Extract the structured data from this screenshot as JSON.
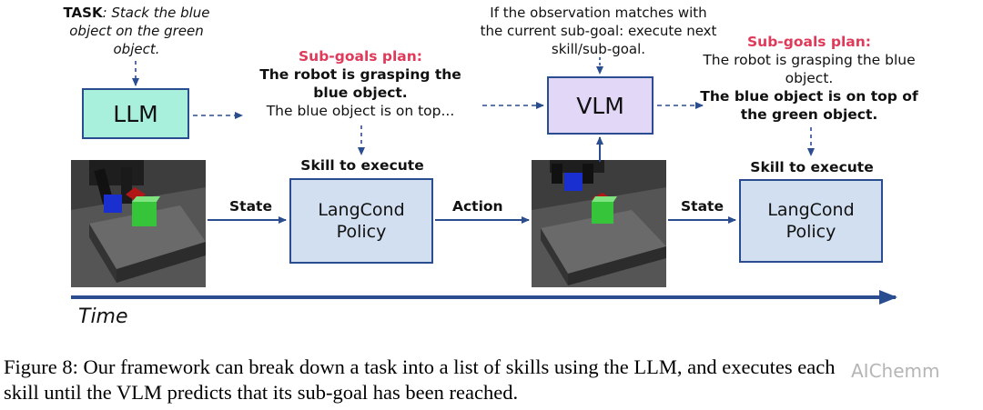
{
  "task": {
    "label": "TASK",
    "text": ": Stack the blue",
    "line2": "object on the green",
    "line3": "object."
  },
  "llm": {
    "label": "LLM",
    "color": "#a8f0dc"
  },
  "vlm": {
    "label": "VLM",
    "color": "#e3d7f7"
  },
  "policy": {
    "line1": "LangCond",
    "line2": "Policy",
    "color": "#d2dff0"
  },
  "plan1": {
    "heading": "Sub-goals plan:",
    "line1": "The robot is grasping the",
    "line2": "blue object.",
    "line3": "The blue object is on top..."
  },
  "plan2": {
    "heading": "Sub-goals plan:",
    "line1": "The robot is grasping the blue",
    "line2": "object.",
    "line3": "The blue object is on top of",
    "line4": "the green object."
  },
  "observation": {
    "line1": "If the observation matches with",
    "line2": "the current sub-goal: execute next",
    "line3": "skill/sub-goal."
  },
  "skill_label": "Skill to execute",
  "arrows": {
    "state": "State",
    "action": "Action"
  },
  "time_label": "Time",
  "caption": {
    "line1": "Figure 8: Our framework can break down a task into a list of skills using the LLM, and executes each",
    "line2": "skill until the VLM predicts that its sub-goal has been reached.",
    "watermark": "AIChemm"
  },
  "colors": {
    "arrow": "#2a4d8f",
    "heading": "#e03a5a"
  }
}
